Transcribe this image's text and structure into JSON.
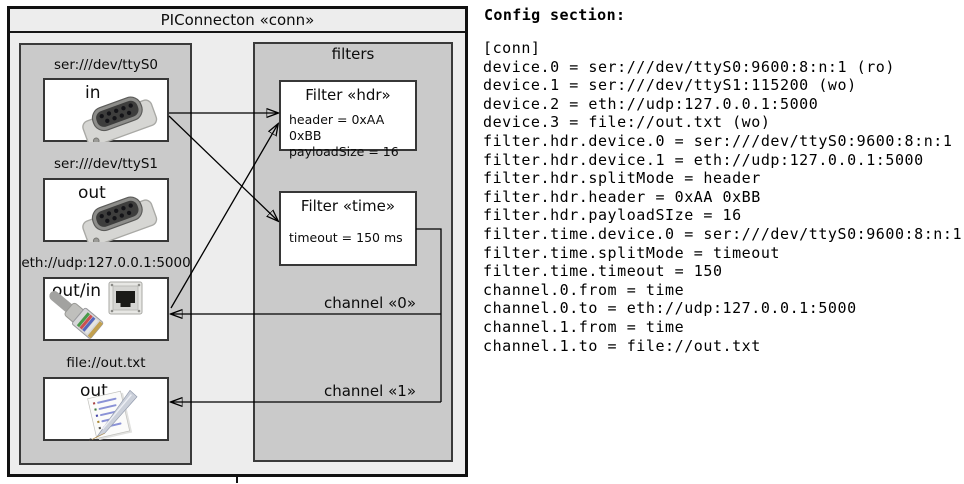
{
  "diagram": {
    "title": "PIConnecton «conn»",
    "filters_panel_title": "filters",
    "devices": [
      {
        "url": "ser:///dev/ttyS0",
        "mode": "in",
        "icon": "serial-connector"
      },
      {
        "url": "ser:///dev/ttyS1",
        "mode": "out",
        "icon": "serial-connector"
      },
      {
        "url": "eth://udp:127.0.0.1:5000",
        "mode": "out/in",
        "icon": "ethernet-plug-and-jack"
      },
      {
        "url": "file://out.txt",
        "mode": "out",
        "icon": "notepad-with-pencil"
      }
    ],
    "filters": [
      {
        "title": "Filter «hdr»",
        "properties": [
          "header = 0xAA 0xBB",
          "payloadSize = 16"
        ]
      },
      {
        "title": "Filter «time»",
        "properties": [
          "timeout = 150 ms"
        ]
      }
    ],
    "channels": [
      {
        "label": "channel «0»"
      },
      {
        "label": "channel «1»"
      }
    ]
  },
  "config": {
    "heading": "Config section:",
    "lines": [
      "[conn]",
      "device.0 = ser:///dev/ttyS0:9600:8:n:1 (ro)",
      "device.1 = ser:///dev/ttyS1:115200 (wo)",
      "device.2 = eth://udp:127.0.0.1:5000",
      "device.3 = file://out.txt (wo)",
      "filter.hdr.device.0 = ser:///dev/ttyS0:9600:8:n:1",
      "filter.hdr.device.1 = eth://udp:127.0.0.1:5000",
      "filter.hdr.splitMode = header",
      "filter.hdr.header = 0xAA 0xBB",
      "filter.hdr.payloadSIze = 16",
      "filter.time.device.0 = ser:///dev/ttyS0:9600:8:n:1",
      "filter.time.splitMode = timeout",
      "filter.time.timeout = 150",
      "channel.0.from = time",
      "channel.0.to = eth://udp:127.0.0.1:5000",
      "channel.1.from = time",
      "channel.1.to = file://out.txt"
    ]
  },
  "colors": {
    "frame_background": "#ededed",
    "panel_background": "#cacaca",
    "box_background": "#ffffff",
    "line": "#000000"
  }
}
